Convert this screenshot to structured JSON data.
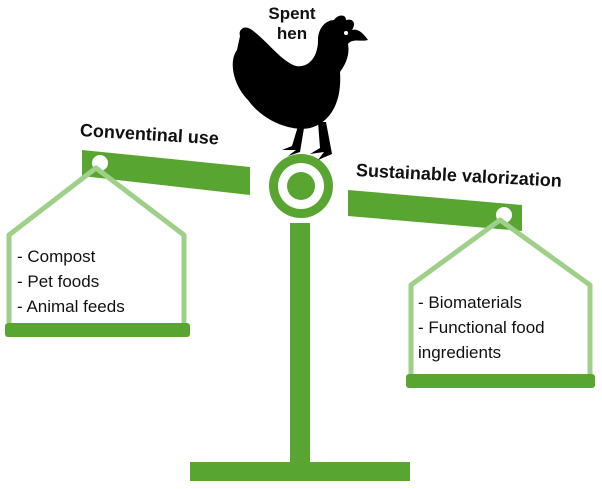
{
  "diagram": {
    "title": [
      "Spent",
      "hen"
    ],
    "left_pan": {
      "heading": "Conventinal use",
      "items": [
        "- Compost",
        "- Pet foods",
        "- Animal feeds"
      ]
    },
    "right_pan": {
      "heading": "Sustainable valorization",
      "items": [
        "- Biomaterials",
        "- Functional food",
        "ingredients"
      ]
    },
    "colors": {
      "beam": "#58a631",
      "hanger": "#9ed08a",
      "text": "#111111",
      "hen": "#000000"
    },
    "icons": [
      "hen-icon",
      "balance-scale-icon"
    ]
  }
}
